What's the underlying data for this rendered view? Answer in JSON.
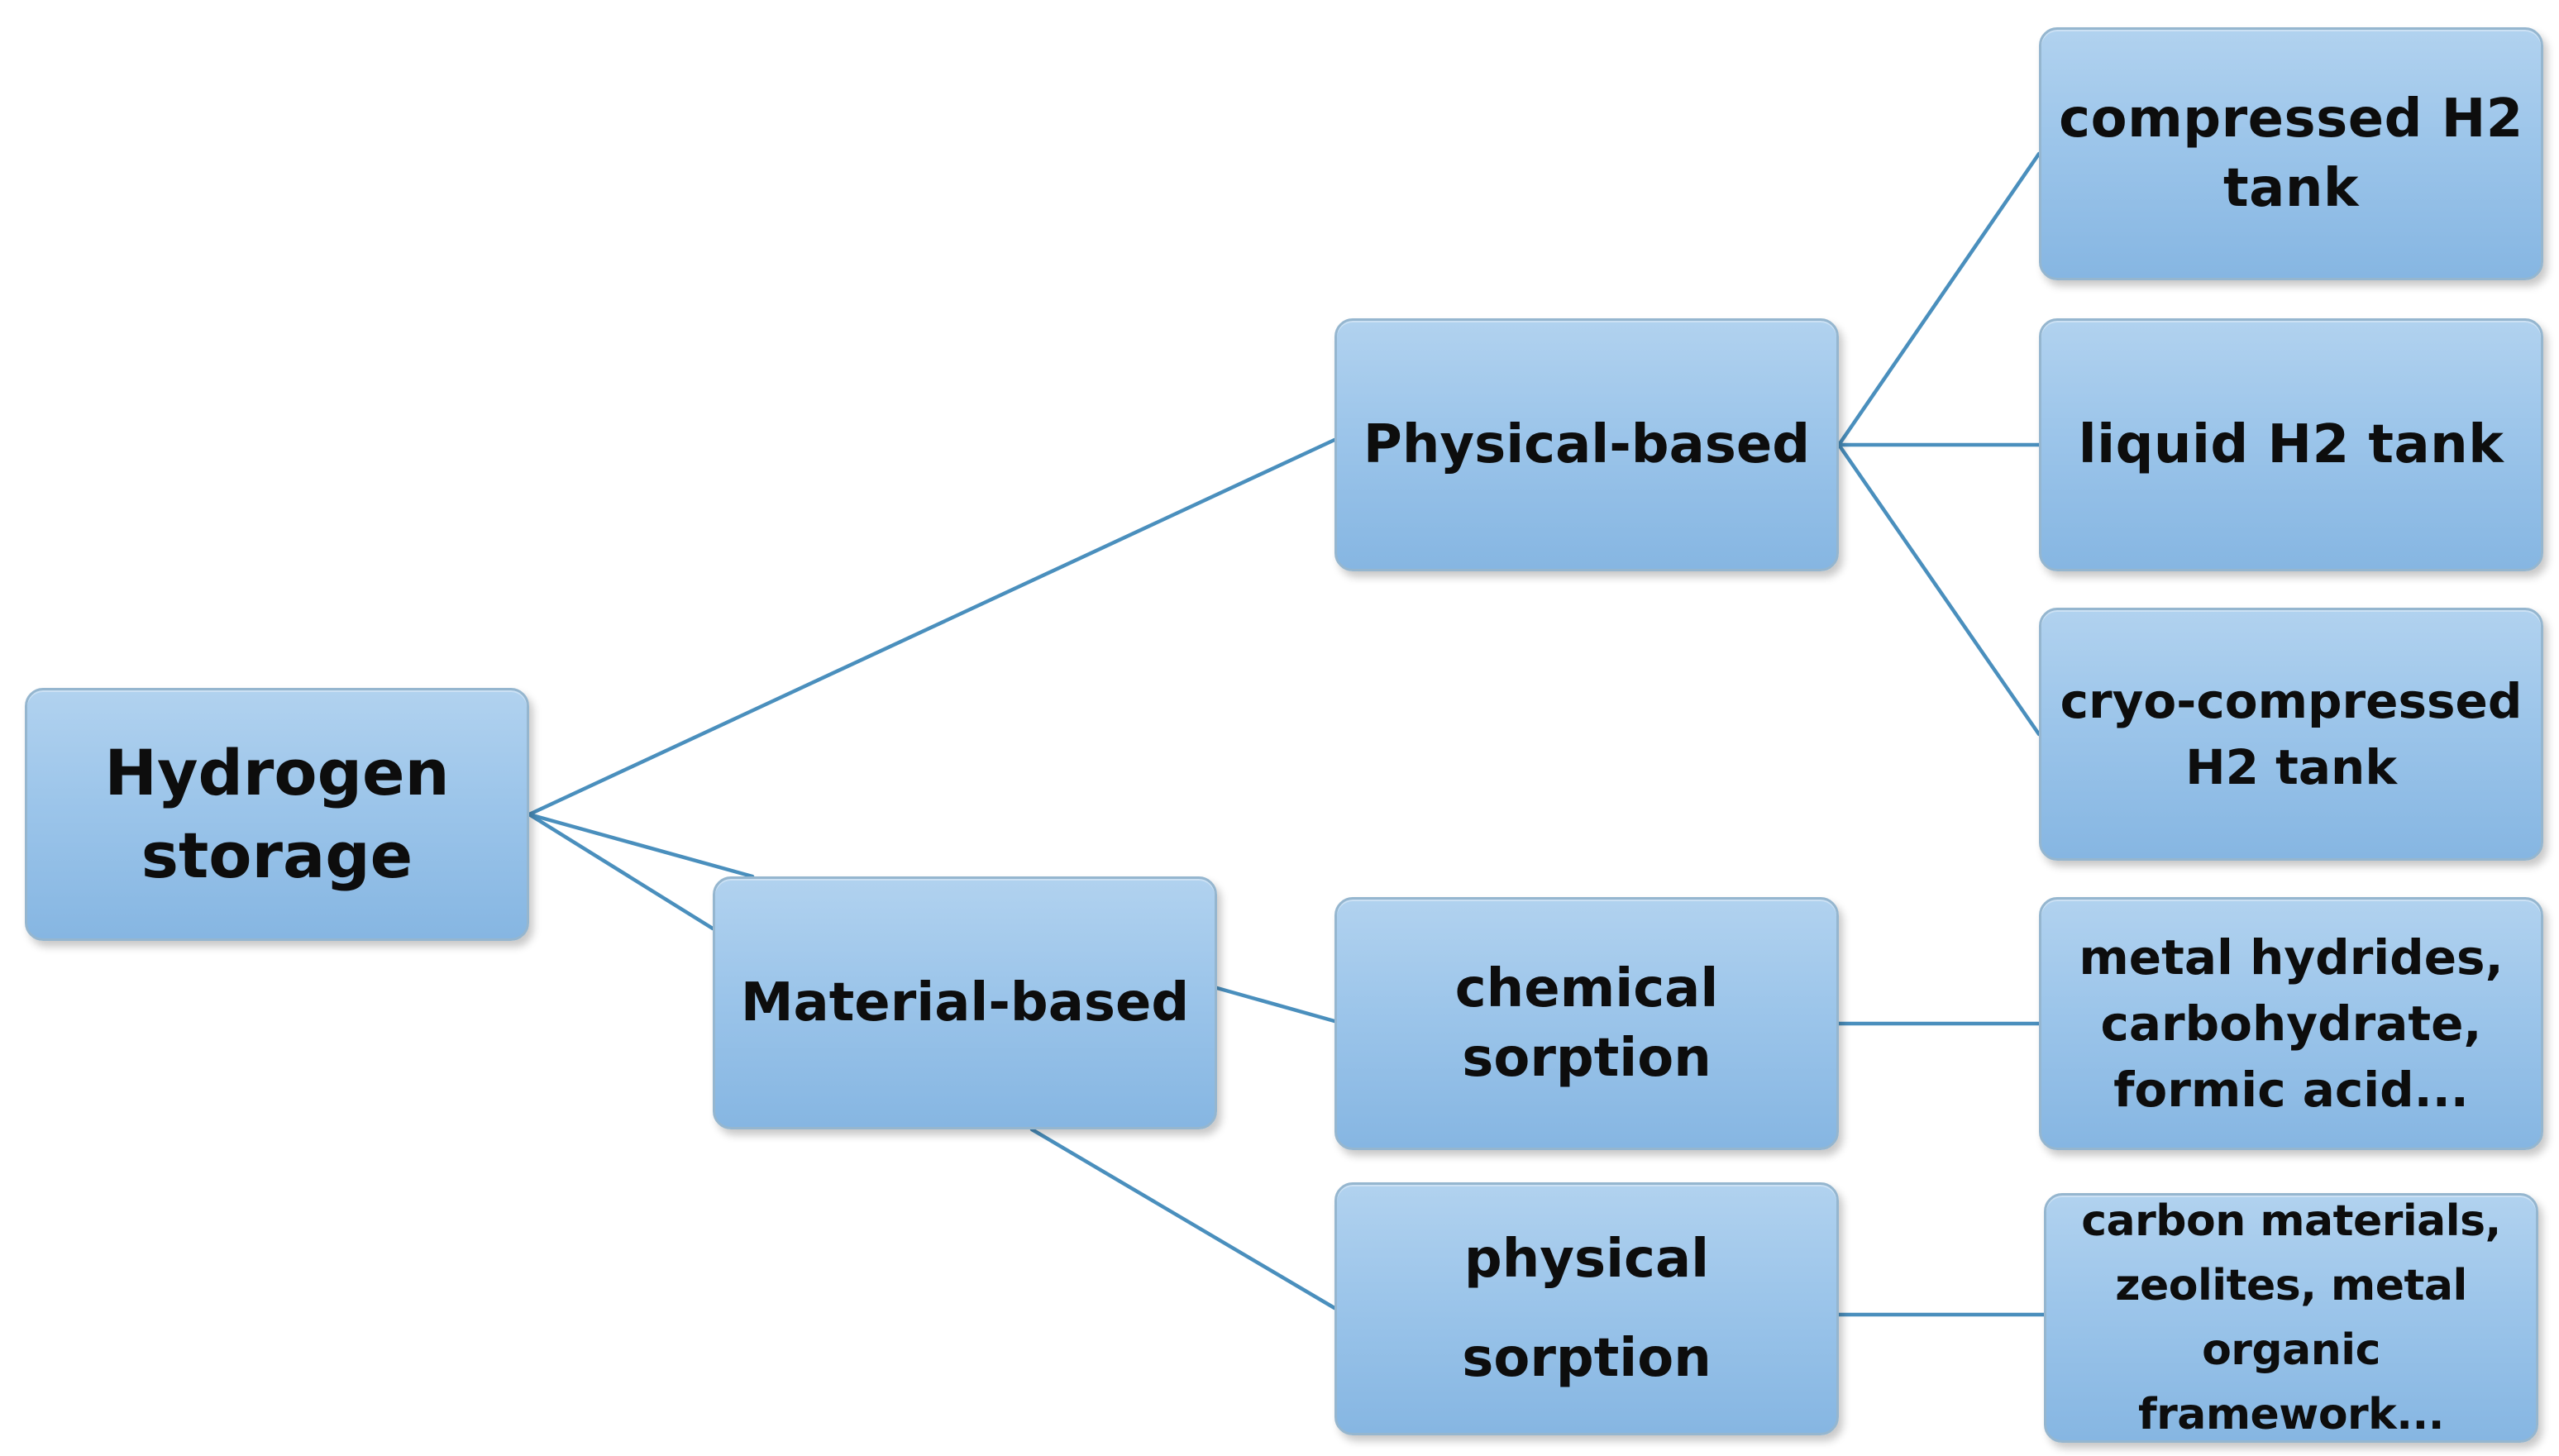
{
  "diagram": {
    "root": "Hydrogen\nstorage",
    "branches": {
      "physical_based": "Physical-based",
      "material_based": "Material-based"
    },
    "physical_based_children": {
      "compressed": "compressed H2\ntank",
      "liquid": "liquid H2 tank",
      "cryo": "cryo-compressed\nH2 tank"
    },
    "material_based_children": {
      "chemical_sorption": "chemical\nsorption",
      "physical_sorption": "physical\nsorption"
    },
    "chemical_sorption_examples": "metal hydrides,\ncarbohydrate,\nformic acid...",
    "physical_sorption_examples": "carbon materials,\nzeolites, metal\norganic\nframework...",
    "colors": {
      "box_fill_top": "#b1d2ef",
      "box_fill_bottom": "#86b6e2",
      "box_border": "#95b6cf",
      "connector": "#4a8fbd",
      "text": "#0d0d0d"
    }
  }
}
